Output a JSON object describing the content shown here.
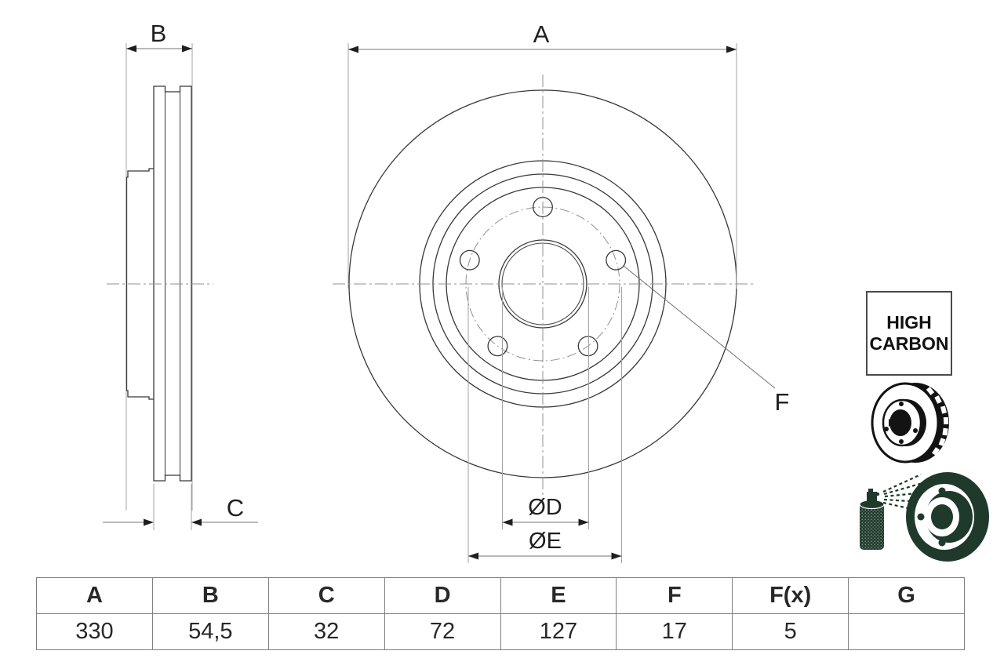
{
  "drawing": {
    "dim_labels": {
      "a": "A",
      "b": "B",
      "c": "C",
      "d": "ØD",
      "e": "ØE",
      "f": "F"
    }
  },
  "badge": {
    "line1": "HIGH",
    "line2": "CARBON"
  },
  "table": {
    "headers": [
      "A",
      "B",
      "C",
      "D",
      "E",
      "F",
      "F(x)",
      "G"
    ],
    "values": [
      "330",
      "54,5",
      "32",
      "72",
      "127",
      "17",
      "5",
      ""
    ]
  },
  "colors": {
    "outline": "#383838",
    "dimension_lines": "#9b9b9b",
    "centerline": "#909090",
    "label_text": "#1f1f1f",
    "table_border": "#7f7f7f",
    "icon_black": "#131313",
    "icon_green": "#1f3a2b"
  }
}
